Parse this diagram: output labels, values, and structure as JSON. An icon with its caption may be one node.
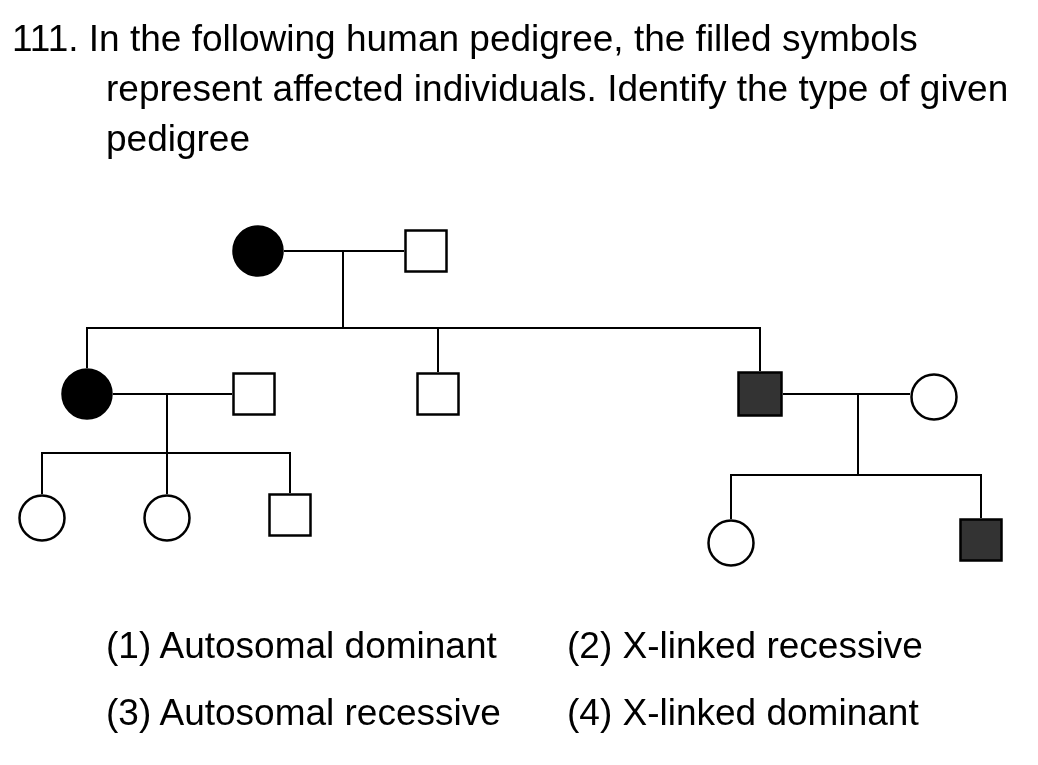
{
  "diagram": {
    "title": "111. In the following human pedigree, the filled symbols represent affected individuals. Identify the type of given pedigree",
    "nodes": [
      {
        "text": [],
        "shape": "circle"
      },
      {
        "text": [],
        "shape": "box"
      },
      {
        "text": [],
        "shape": "circle"
      },
      {
        "text": [],
        "shape": "box"
      },
      {
        "text": [],
        "shape": "box"
      },
      {
        "text": [],
        "shape": "box"
      },
      {
        "text": [],
        "shape": "circle"
      },
      {
        "text": [],
        "shape": "circle"
      },
      {
        "text": [],
        "shape": "circle"
      },
      {
        "text": [],
        "shape": "box"
      },
      {
        "text": [],
        "shape": "circle"
      },
      {
        "text": [],
        "shape": "box"
      }
    ],
    "edges": [
      {
        "from": 0,
        "to": 1,
        "arrow": "none"
      },
      {
        "from": 0,
        "to": 2,
        "arrow": "none"
      },
      {
        "from": 0,
        "to": 4,
        "arrow": "none"
      },
      {
        "from": 0,
        "to": 5,
        "arrow": "none"
      },
      {
        "from": 1,
        "to": 2,
        "arrow": "none"
      },
      {
        "from": 1,
        "to": 4,
        "arrow": "none"
      },
      {
        "from": 1,
        "to": 5,
        "arrow": "none"
      },
      {
        "from": 2,
        "to": 3,
        "arrow": "none"
      },
      {
        "from": 2,
        "to": 7,
        "arrow": "none"
      },
      {
        "from": 2,
        "to": 8,
        "arrow": "none"
      },
      {
        "from": 2,
        "to": 9,
        "arrow": "none"
      },
      {
        "from": 3,
        "to": 7,
        "arrow": "none"
      },
      {
        "from": 3,
        "to": 8,
        "arrow": "none"
      },
      {
        "from": 3,
        "to": 9,
        "arrow": "none"
      },
      {
        "from": 5,
        "to": 6,
        "arrow": "none"
      },
      {
        "from": 5,
        "to": 10,
        "arrow": "none"
      },
      {
        "from": 5,
        "to": 11,
        "arrow": "none"
      },
      {
        "from": 6,
        "to": 10,
        "arrow": "none"
      },
      {
        "from": 6,
        "to": 11,
        "arrow": "none"
      }
    ],
    "labels": [
      "(1) Autosomal dominant",
      "(2) X-linked recessive",
      "(3) Autosomal recessive",
      "(4) X-linked dominant"
    ]
  }
}
